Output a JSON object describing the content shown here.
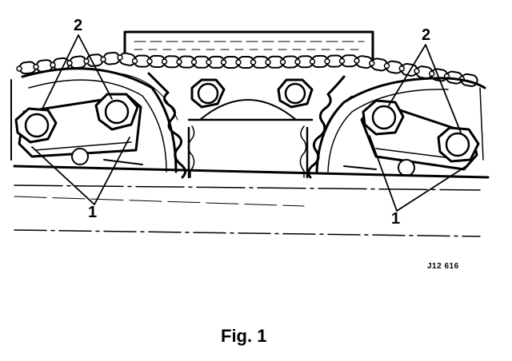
{
  "diagram": {
    "callouts": {
      "left_2": "2",
      "right_2": "2",
      "left_1": "1",
      "right_1": "1"
    },
    "reference_code": "J12 616",
    "caption": "Fig. 1"
  }
}
